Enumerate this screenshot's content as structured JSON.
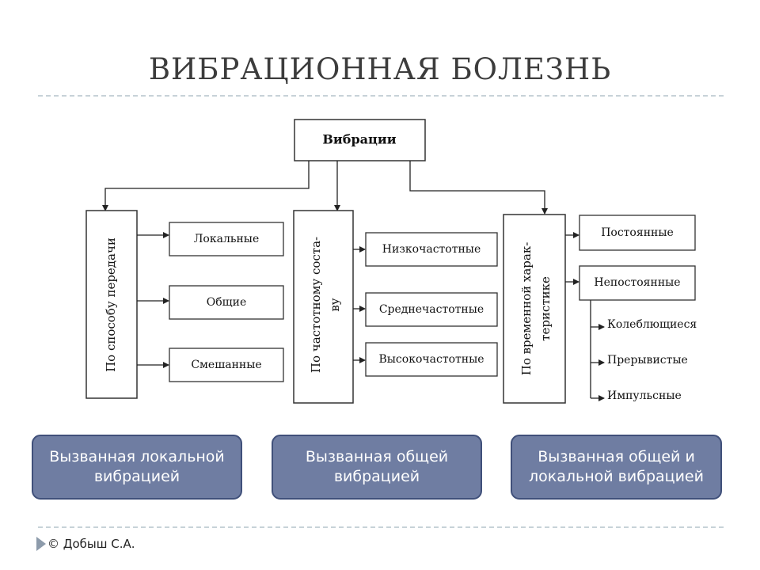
{
  "slide": {
    "title": "ВИБРАЦИОННАЯ БОЛЕЗНЬ",
    "footer": "© Добыш С.А."
  },
  "diagram": {
    "root": "Вибрации",
    "branch_transmission": {
      "label_line1": "По способу передачи",
      "items": [
        "Локальные",
        "Общие",
        "Смешанные"
      ]
    },
    "branch_frequency": {
      "label_line1": "По частотному соста-",
      "label_line2": "ву",
      "items": [
        "Низкочастотные",
        "Среднечастотные",
        "Высокочастотные"
      ]
    },
    "branch_time": {
      "label_line1": "По временной харак-",
      "label_line2": "теристике",
      "items": [
        "Постоянные",
        "Непостоянные"
      ],
      "subitems": [
        "Колеблющиеся",
        "Прерывистые",
        "Импульсные"
      ]
    }
  },
  "categories": [
    "Вызванная локальной вибрацией",
    "Вызванная общей вибрацией",
    "Вызванная общей и локальной вибрацией"
  ],
  "colors": {
    "pill_fill": "#6f7da2",
    "pill_border": "#40507a",
    "title_text": "#3c3c3c"
  }
}
